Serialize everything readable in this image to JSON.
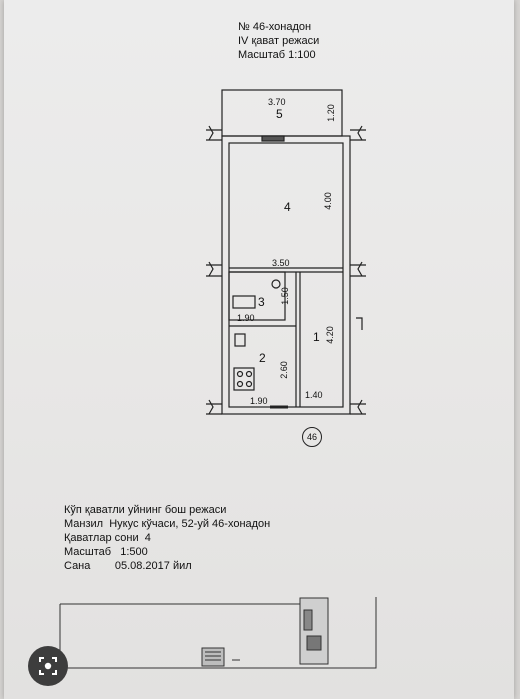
{
  "header": {
    "line1": "№ 46-хонадон",
    "line2": "IV қават режаси",
    "line3": "Масштаб 1:100"
  },
  "plan": {
    "rooms": {
      "r1": "1",
      "r2": "2",
      "r3": "3",
      "r4": "4",
      "r5": "5"
    },
    "dimensions": {
      "balcony_width": "3.70",
      "balcony_depth": "1.20",
      "room4_depth": "4.00",
      "room4_width": "3.50",
      "bath_depth": "1.50",
      "bath_width": "1.90",
      "corridor_depth": "4.20",
      "kitchen_depth": "2.60",
      "kitchen_width": "1.90",
      "entry_width": "1.40"
    },
    "apartment_marker": "46"
  },
  "info": {
    "title": "Кўп қаватли уйнинг бош режаси",
    "address_label": "Манзил",
    "address_value": "Нукус кўчаси, 52-уй 46-хонадон",
    "floors_label": "Қаватлар сони",
    "floors_value": "4",
    "scale_label": "Масштаб",
    "scale_value": "1:500",
    "date_label": "Сана",
    "date_value": "05.08.2017 йил"
  },
  "icons": {
    "overlay": "lens-search-icon"
  }
}
